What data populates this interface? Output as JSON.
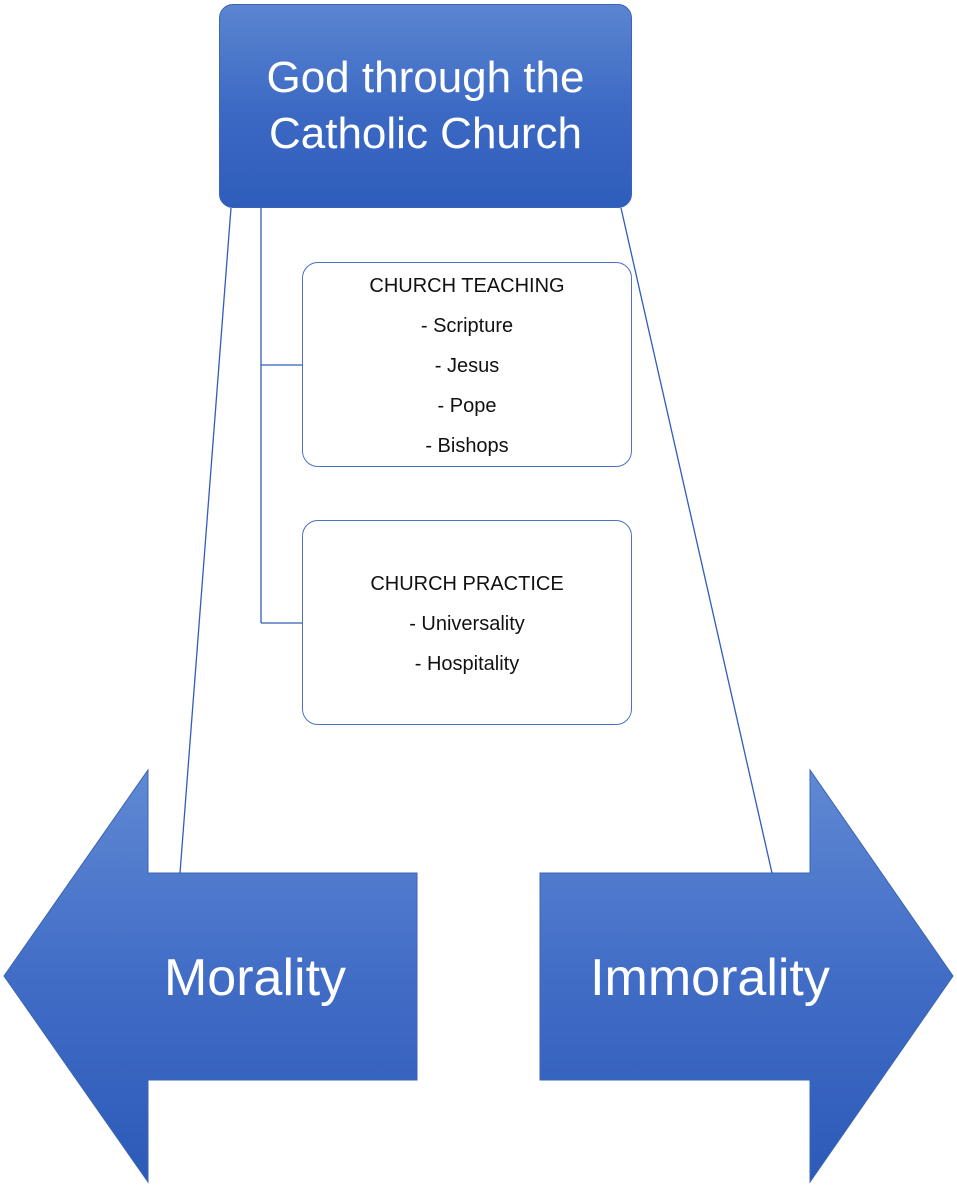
{
  "root": {
    "title": "God through the Catholic Church"
  },
  "teaching": {
    "heading": "CHURCH TEACHING",
    "items": [
      "- Scripture",
      "- Jesus",
      "- Pope",
      "- Bishops"
    ]
  },
  "practice": {
    "heading": "CHURCH PRACTICE",
    "items": [
      "- Universality",
      "- Hospitality"
    ]
  },
  "outcomes": {
    "left": "Morality",
    "right": "Immorality"
  },
  "colors": {
    "primary_blue": "#3a68c3",
    "line_blue": "#2f5dbb"
  }
}
